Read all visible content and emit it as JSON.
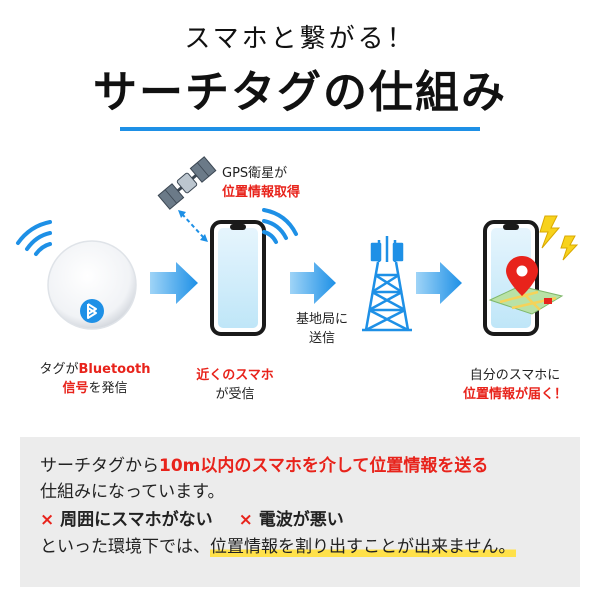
{
  "header": {
    "subtitle": "スマホと繋がる！",
    "title": "サーチタグの仕組み"
  },
  "steps": {
    "tag": {
      "caption_pre": "タグが",
      "caption_red1": "Bluetooth",
      "caption_red2": "信号",
      "caption_post": "を発信"
    },
    "satellite": {
      "label": "GPS衛星が",
      "label_red": "位置情報取得"
    },
    "phone": {
      "caption_red": "近くのスマホ",
      "caption_post": "が受信"
    },
    "station": {
      "line1": "基地局に",
      "line2": "送信"
    },
    "owner": {
      "line1": "自分のスマホに",
      "line2_red": "位置情報が届く！"
    }
  },
  "panel": {
    "line1_pre": "サーチタグから",
    "line1_red": "10m以内のスマホを介して位置情報を送る",
    "line2": "仕組みになっています。",
    "cross1": "×",
    "cond1": "周囲にスマホがない",
    "cross2": "×",
    "cond2": "電波が悪い",
    "line4_pre": "といった環境下では、",
    "line4_hl": "位置情報を割り出すことが出来ません。"
  },
  "colors": {
    "accent_blue": "#1e90e6",
    "red": "#e8231b",
    "highlight": "#ffe14a",
    "panel_bg": "#ececec"
  }
}
